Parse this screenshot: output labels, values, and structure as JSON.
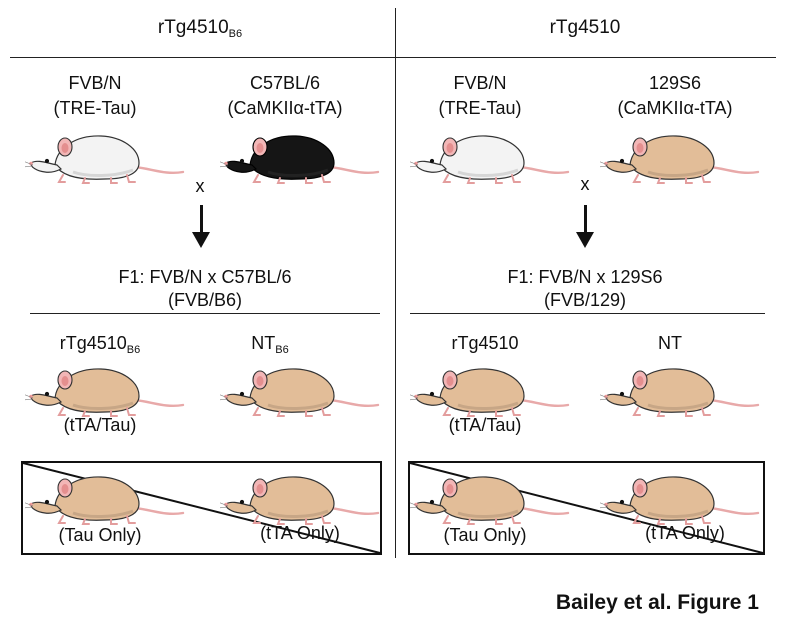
{
  "left": {
    "title": "rTg4510",
    "title_sub": "B6",
    "parent1": {
      "strain": "FVB/N",
      "genotype": "(TRE-Tau)",
      "coat": "#f3f3f3"
    },
    "parent2": {
      "strain": "C57BL/6",
      "genotype": "(CaMKIIα-tTA)",
      "coat": "#151515"
    },
    "cross": "x",
    "f1_line1": "F1: FVB/N x C57BL/6",
    "f1_line2": "(FVB/B6)",
    "offspring": [
      {
        "label": "rTg4510",
        "label_sub": "B6",
        "genotype": "(tTA/Tau)",
        "coat": "#e2bd98"
      },
      {
        "label": "NT",
        "label_sub": "B6",
        "genotype": "",
        "coat": "#e2bd98"
      }
    ],
    "excluded": [
      {
        "label": "(Tau Only)",
        "coat": "#e2bd98"
      },
      {
        "label": "(tTA Only)",
        "coat": "#e2bd98"
      }
    ]
  },
  "right": {
    "title": "rTg4510",
    "parent1": {
      "strain": "FVB/N",
      "genotype": "(TRE-Tau)",
      "coat": "#f3f3f3"
    },
    "parent2": {
      "strain": "129S6",
      "genotype": "(CaMKIIα-tTA)",
      "coat": "#e2bd98"
    },
    "cross": "x",
    "f1_line1": "F1: FVB/N x 129S6",
    "f1_line2": "(FVB/129)",
    "offspring": [
      {
        "label": "rTg4510",
        "genotype": "(tTA/Tau)",
        "coat": "#e2bd98"
      },
      {
        "label": "NT",
        "genotype": "",
        "coat": "#e2bd98"
      }
    ],
    "excluded": [
      {
        "label": "(Tau Only)",
        "coat": "#e2bd98"
      },
      {
        "label": "(tTA Only)",
        "coat": "#e2bd98"
      }
    ]
  },
  "credit": "Bailey et al. Figure 1"
}
